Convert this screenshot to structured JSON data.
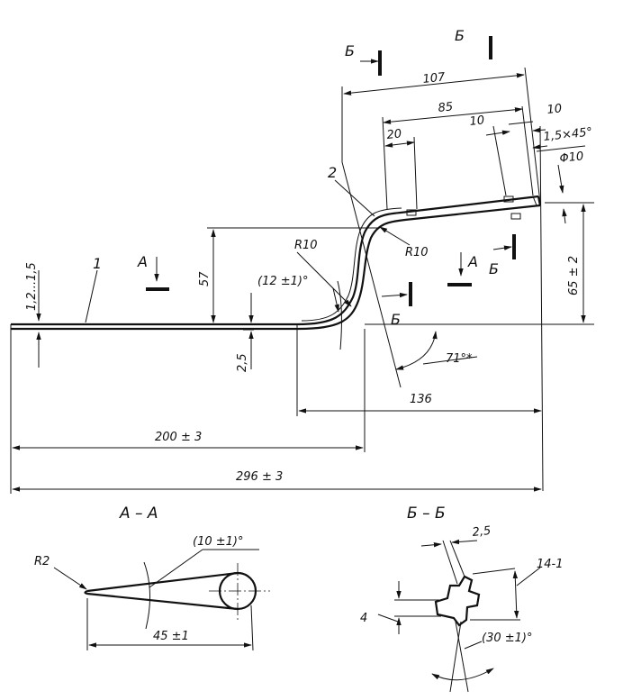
{
  "drawing": {
    "part_numbers": {
      "p1": "1",
      "p2": "2"
    },
    "section_marks": {
      "a": "А",
      "b": "Б"
    },
    "section_titles": {
      "aa": "А – А",
      "bb": "Б – Б"
    },
    "dimensions": {
      "d107": "107",
      "d85": "85",
      "d10_top": "10",
      "d10_mid": "10",
      "d20": "20",
      "chamfer": "1,5×45°",
      "phi10": "Φ10",
      "r10_left": "R10",
      "r10_right": "R10",
      "d57": "57",
      "angle12": "(12 ±1)°",
      "thick": "1,2...1,5",
      "d2_5": "2,5",
      "d65": "65 ± 2",
      "angle71": "71°*",
      "d136": "136",
      "d200": "200 ± 3",
      "d296": "296 ± 3"
    },
    "section_aa": {
      "r2": "R2",
      "angle10": "(10 ±1)°",
      "d45": "45 ±1"
    },
    "section_bb": {
      "d2_5": "2,5",
      "d14": "14-1",
      "d4": "4",
      "angle30": "(30 ±1)°"
    }
  }
}
